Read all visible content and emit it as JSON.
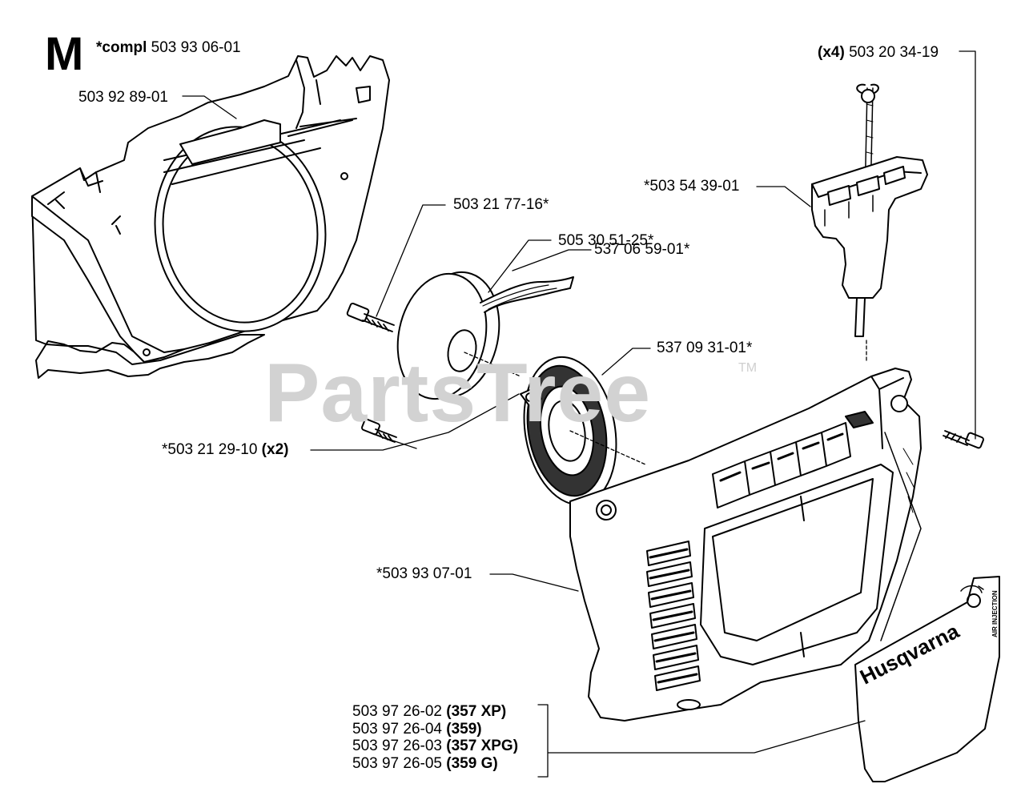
{
  "section": {
    "letter": "M",
    "compl_prefix": "*compl",
    "compl_number": "503 93 06-01"
  },
  "watermark": {
    "text": "PartsTree",
    "tm": "TM"
  },
  "labels": {
    "cover_bracket": "503 92 89-01",
    "screw_x4_qty": "(x4)",
    "screw_x4": "503 20 34-19",
    "starter_handle": "*503 54 39-01",
    "screw_pulley": "503 21 77-16*",
    "starter_cord": "505 30 51-25*",
    "pulley": "537 06 59-01*",
    "spring_cassette": "537 09 31-01*",
    "screw_x2_number": "*503 21 29-10",
    "screw_x2_qty": "(x2)",
    "starter_cover": "*503 93 07-01"
  },
  "decal_numbers": [
    {
      "number": "503 97 26-02",
      "model": "(357 XP)"
    },
    {
      "number": "503 97 26-04",
      "model": "(359)"
    },
    {
      "number": "503 97 26-03",
      "model": "(357 XPG)"
    },
    {
      "number": "503 97 26-05",
      "model": "(359 G)"
    }
  ],
  "decal": {
    "brand": "Husqvarna",
    "subtitle": "AIR INJECTION"
  }
}
